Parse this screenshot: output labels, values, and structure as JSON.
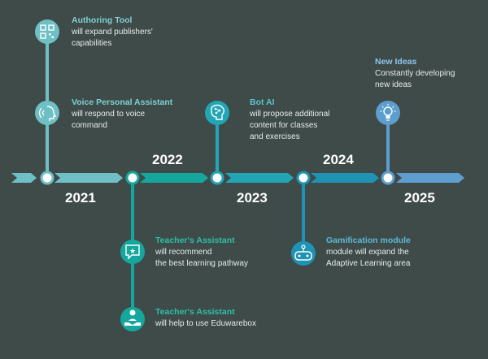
{
  "colors": {
    "background": "#3f4b49",
    "arrow_segments": [
      "#6ec0c4",
      "#6ec0c4",
      "#15a79e",
      "#22a6b6",
      "#1e93b3",
      "#5d9ecf"
    ],
    "connector_2021": "#6ec0c4",
    "connector_2022": "#15a79e",
    "connector_2023": "#22a6b6",
    "connector_2024": "#1e93b3",
    "connector_2025": "#5d9ecf",
    "title_2021": "#7fd0d2",
    "title_2022": "#2cc0a6",
    "title_2023": "#5ac4d2",
    "title_2024": "#5cb8d6",
    "title_2025": "#8cc4ec"
  },
  "years": [
    "2021",
    "2022",
    "2023",
    "2024",
    "2025"
  ],
  "milestones": [
    {
      "title": "Authoring Tool",
      "description": "will expand publishers'\ncapabilities",
      "icon": "qr-code-icon"
    },
    {
      "title": "Voice Personal Assistant",
      "description": "will respond to voice\ncommand",
      "icon": "voice-head-icon"
    },
    {
      "title": "Teacher's Assistant",
      "description": "will recommend\nthe best learning pathway",
      "icon": "chat-star-icon"
    },
    {
      "title": "Teacher's Assistant",
      "description": "will help to use Eduwarebox",
      "icon": "helping-hand-icon"
    },
    {
      "title": "Bot AI",
      "description": "will propose additional\ncontent for classes\nand exercises",
      "icon": "brain-network-icon"
    },
    {
      "title": "Gamification module",
      "description": "module will expand the\nAdaptive Learning area",
      "icon": "gamepad-icon"
    },
    {
      "title": "New Ideas",
      "description": "Constantly developing\nnew ideas",
      "icon": "lightbulb-icon"
    }
  ]
}
